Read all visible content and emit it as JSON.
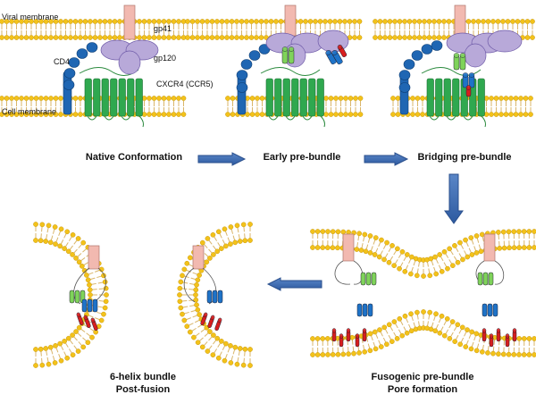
{
  "labels": {
    "viral_membrane": "Viral membrane",
    "cell_membrane": "Cell membrane",
    "cd4": "CD4",
    "gp41": "gp41",
    "gp120": "gp120",
    "cxcr4": "CXCR4  (CCR5)"
  },
  "stages": {
    "native": "Native Conformation",
    "early": "Early pre-bundle",
    "bridging": "Bridging pre-bundle",
    "fusogenic_line1": "Fusogenic pre-bundle",
    "fusogenic_line2": "Pore formation",
    "helix_line1": "6-helix bundle",
    "helix_line2": "Post-fusion"
  },
  "colors": {
    "lipid_head": "#f3c21a",
    "lipid_tail": "#d9b56a",
    "cd4": "#1f66b3",
    "gp120": "#b8a9d9",
    "gp41": "#f2b9b0",
    "cxcr4": "#2fa84f",
    "peptide_green": "#7fd35a",
    "peptide_blue": "#1e73c8",
    "peptide_red": "#d81e1e",
    "arrow": "#3d6db3"
  }
}
